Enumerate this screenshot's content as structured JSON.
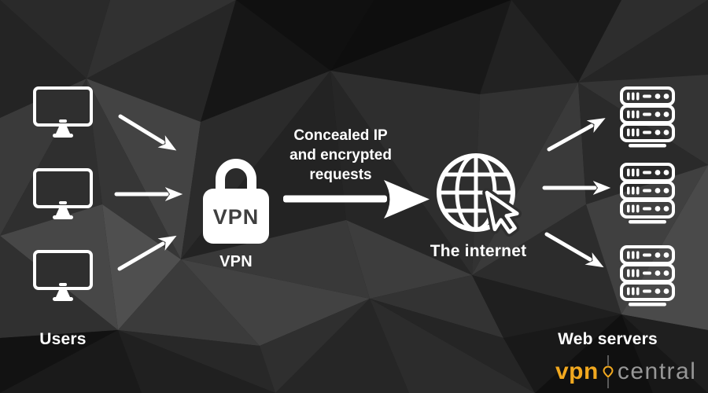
{
  "title": "VPN data flow diagram",
  "colors": {
    "background_base": "#1e1e1e",
    "icon_white": "#ffffff",
    "lock_text_dark": "#3f3f3f",
    "accent_yellow": "#F1A81F",
    "logo_gray": "#979797"
  },
  "nodes": {
    "users": {
      "label": "Users",
      "icon": "monitor-icon",
      "count": 3
    },
    "vpn": {
      "label": "VPN",
      "lock_text": "VPN",
      "icon": "padlock-icon"
    },
    "internet": {
      "label": "The internet",
      "icon": "globe-icon",
      "overlay_icon": "cursor-icon"
    },
    "web_servers": {
      "label": "Web servers",
      "icon": "server-icon",
      "count": 3
    }
  },
  "caption": {
    "lines": {
      "0": "Concealed IP",
      "1": "and encrypted",
      "2": "requests"
    }
  },
  "branding": {
    "logo_vpn": "vpn",
    "logo_central": "central",
    "separator_icon": "location-pin-icon"
  }
}
